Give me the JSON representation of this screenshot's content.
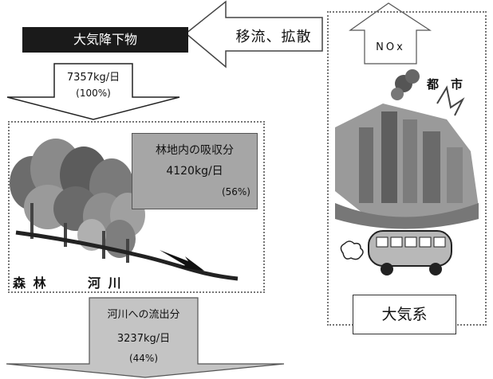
{
  "deposition": {
    "label": "大気降下物",
    "amount": "7357kg/日",
    "percent": "(100%)"
  },
  "transport": {
    "label": "移流、拡散"
  },
  "nox": {
    "label": "NOx"
  },
  "city": {
    "label": "都　市"
  },
  "forest": {
    "absorb_title": "林地内の吸収分",
    "absorb_amount": "4120kg/日",
    "absorb_percent": "(56%)",
    "forest_label": "森 林",
    "river_label": "河 川"
  },
  "river_outflow": {
    "title": "河川への流出分",
    "amount": "3237kg/日",
    "percent": "(44%)"
  },
  "atmosphere": {
    "label": "大気系"
  },
  "colors": {
    "header_bg": "#1a1a1a",
    "gray_box": "#a6a6a6",
    "river_box": "#c0c0c0"
  }
}
